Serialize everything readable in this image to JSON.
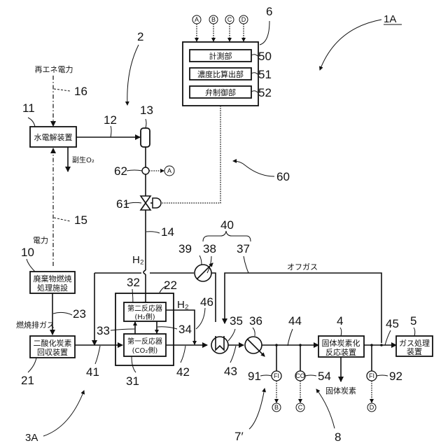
{
  "figure": {
    "system_ref": "1A",
    "subsystem_refs": {
      "hydrogen_system": "2",
      "reaction_system": "3A",
      "control_system": "60",
      "flow_meter_group": "7′",
      "concentration_meter_group": "8"
    }
  },
  "controller": {
    "ref": "6",
    "inputs": [
      "A",
      "B",
      "C",
      "D"
    ],
    "units": [
      {
        "ref": "50",
        "label": "計測部"
      },
      {
        "ref": "51",
        "label": "濃度比算出部"
      },
      {
        "ref": "52",
        "label": "弁制御部"
      }
    ]
  },
  "equipment": {
    "electrolyzer": {
      "ref": "11",
      "label": "水電解装置"
    },
    "waste_incinerator": {
      "ref": "10",
      "label_line1": "廃棄物燃焼",
      "label_line2": "処理施設"
    },
    "co2_recovery": {
      "ref": "21",
      "label_line1": "二酸化炭素",
      "label_line2": "回収装置"
    },
    "reactor_unit": {
      "ref": "22"
    },
    "second_reactor": {
      "ref": "32",
      "label_line1": "第二反応器",
      "label_line2": "(H₂側)"
    },
    "first_reactor": {
      "ref": "31",
      "label_line1": "第一反応器",
      "label_line2": "(CO₂側)"
    },
    "solid_carbon_reactor": {
      "ref": "4",
      "label_line1": "固体炭素化",
      "label_line2": "反応装置"
    },
    "gas_treatment": {
      "ref": "5",
      "label_line1": "ガス処理",
      "label_line2": "装置"
    },
    "tank": {
      "ref": "13"
    },
    "heat_exchanger": {
      "ref": "35"
    },
    "cooler": {
      "ref": "36"
    },
    "heater": {
      "ref": "39"
    },
    "valve": {
      "ref": "61"
    },
    "pressure_sensor": {
      "ref": "62",
      "signal": "A"
    },
    "flow_meter_1": {
      "ref": "91",
      "tag": "FI",
      "signal": "B"
    },
    "co_meter": {
      "ref": "54",
      "tag": "CO",
      "signal": "C"
    },
    "flow_meter_2": {
      "ref": "92",
      "tag": "FI",
      "signal": "D"
    }
  },
  "lines": {
    "renewable_power": {
      "ref": "16",
      "label": "再エネ電力"
    },
    "power": {
      "ref": "15",
      "label": "電力"
    },
    "h2_line_12": "12",
    "h2_line_14": "14",
    "exhaust_gas": {
      "ref": "23",
      "label": "燃焼排ガス"
    },
    "byproduct_o2": "副生O₂",
    "h2_label": "H₂",
    "h2_label_46": "H₂",
    "line_33": "33",
    "line_34": "34",
    "line_37": "37",
    "line_38": "38",
    "recycle_group": "40",
    "line_41": "41",
    "line_42": "42",
    "line_43": "43",
    "line_44": "44",
    "line_45": "45",
    "line_46": "46",
    "offgas": "オフガス",
    "solid_carbon": "固体炭素"
  }
}
